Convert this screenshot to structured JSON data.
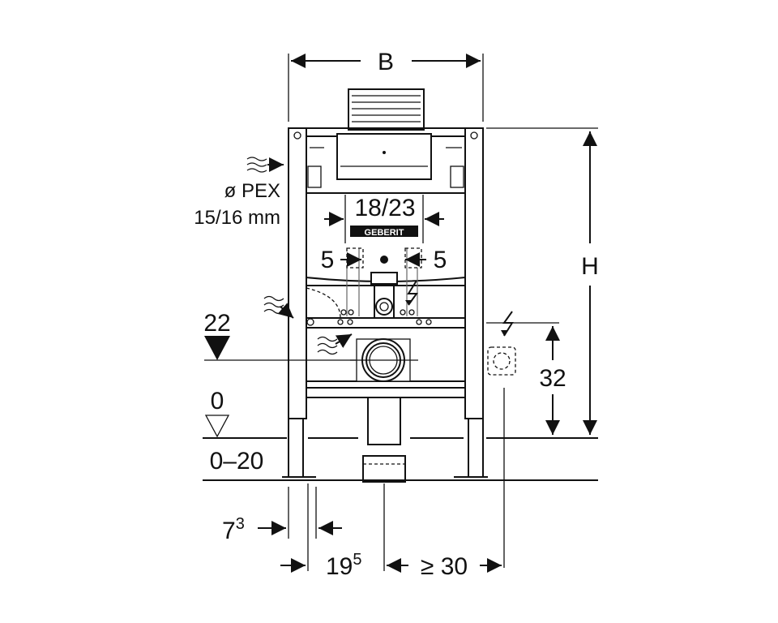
{
  "dimensions": {
    "width_label": "B",
    "height_label": "H",
    "supply_width": "18/23",
    "offset_left": "5",
    "offset_right": "5",
    "drain_height": "22",
    "floor_level": "0",
    "floor_range": "0–20",
    "socket_height": "32",
    "foot_a_base": "7",
    "foot_a_sup": "3",
    "foot_b_base": "19",
    "foot_b_sup": "5",
    "clearance": "≥ 30"
  },
  "pipe_label": {
    "line1": "ø PEX",
    "line2": "15/16 mm"
  },
  "brand": "GEBERIT",
  "icons": [
    "water-inlet-icon",
    "water-flow-icon",
    "electric-icon",
    "level-marker-icon",
    "socket-icon"
  ]
}
